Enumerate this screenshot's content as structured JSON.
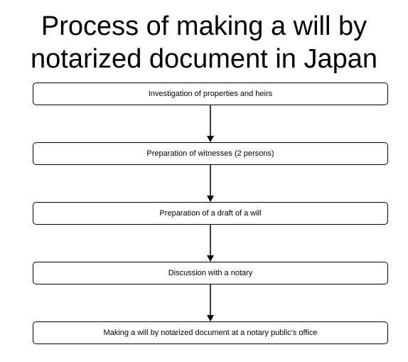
{
  "title": {
    "line1": "Process of making a will by",
    "line2": "notarized document in Japan"
  },
  "steps": [
    "Investigation of properties and heirs",
    "Preparation of witnesses (2 persons)",
    "Preparation of a draft of a will",
    "Discussion with a notary",
    "Making a will by notarized document at a notary public's office"
  ],
  "colors": {
    "border": "#000000",
    "background": "#ffffff",
    "text": "#000000"
  }
}
